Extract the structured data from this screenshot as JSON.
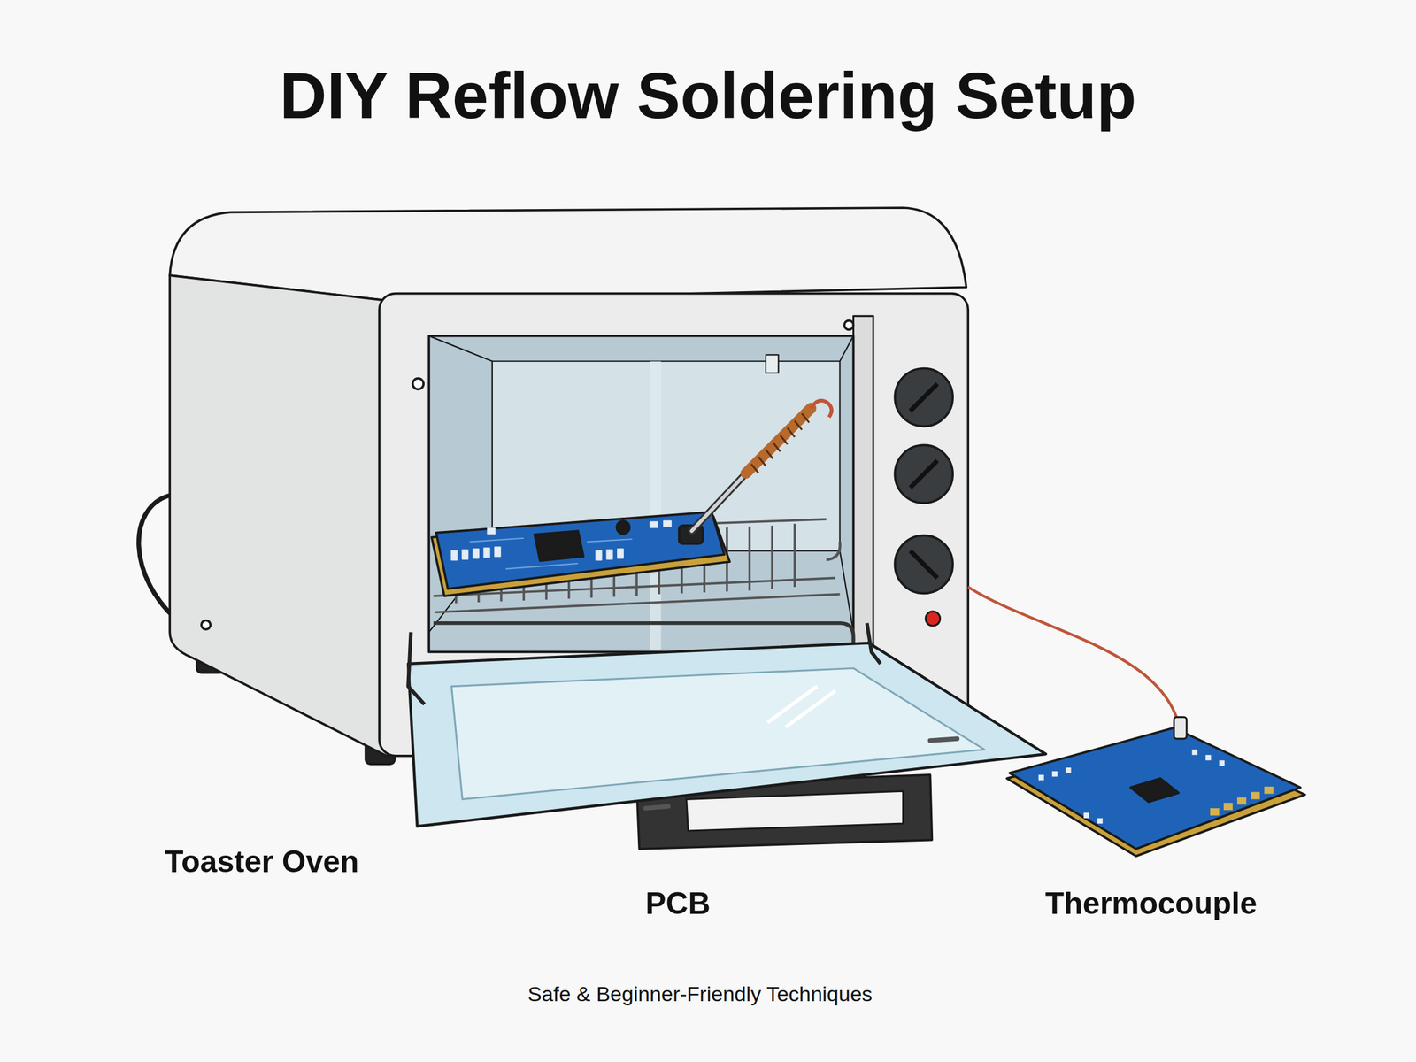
{
  "diagram": {
    "title": "DIY Reflow Soldering Setup",
    "caption": "Safe & Beginner-Friendly Techniques",
    "labels": [
      "Toaster Oven",
      "PCB",
      "Thermocouple"
    ]
  }
}
